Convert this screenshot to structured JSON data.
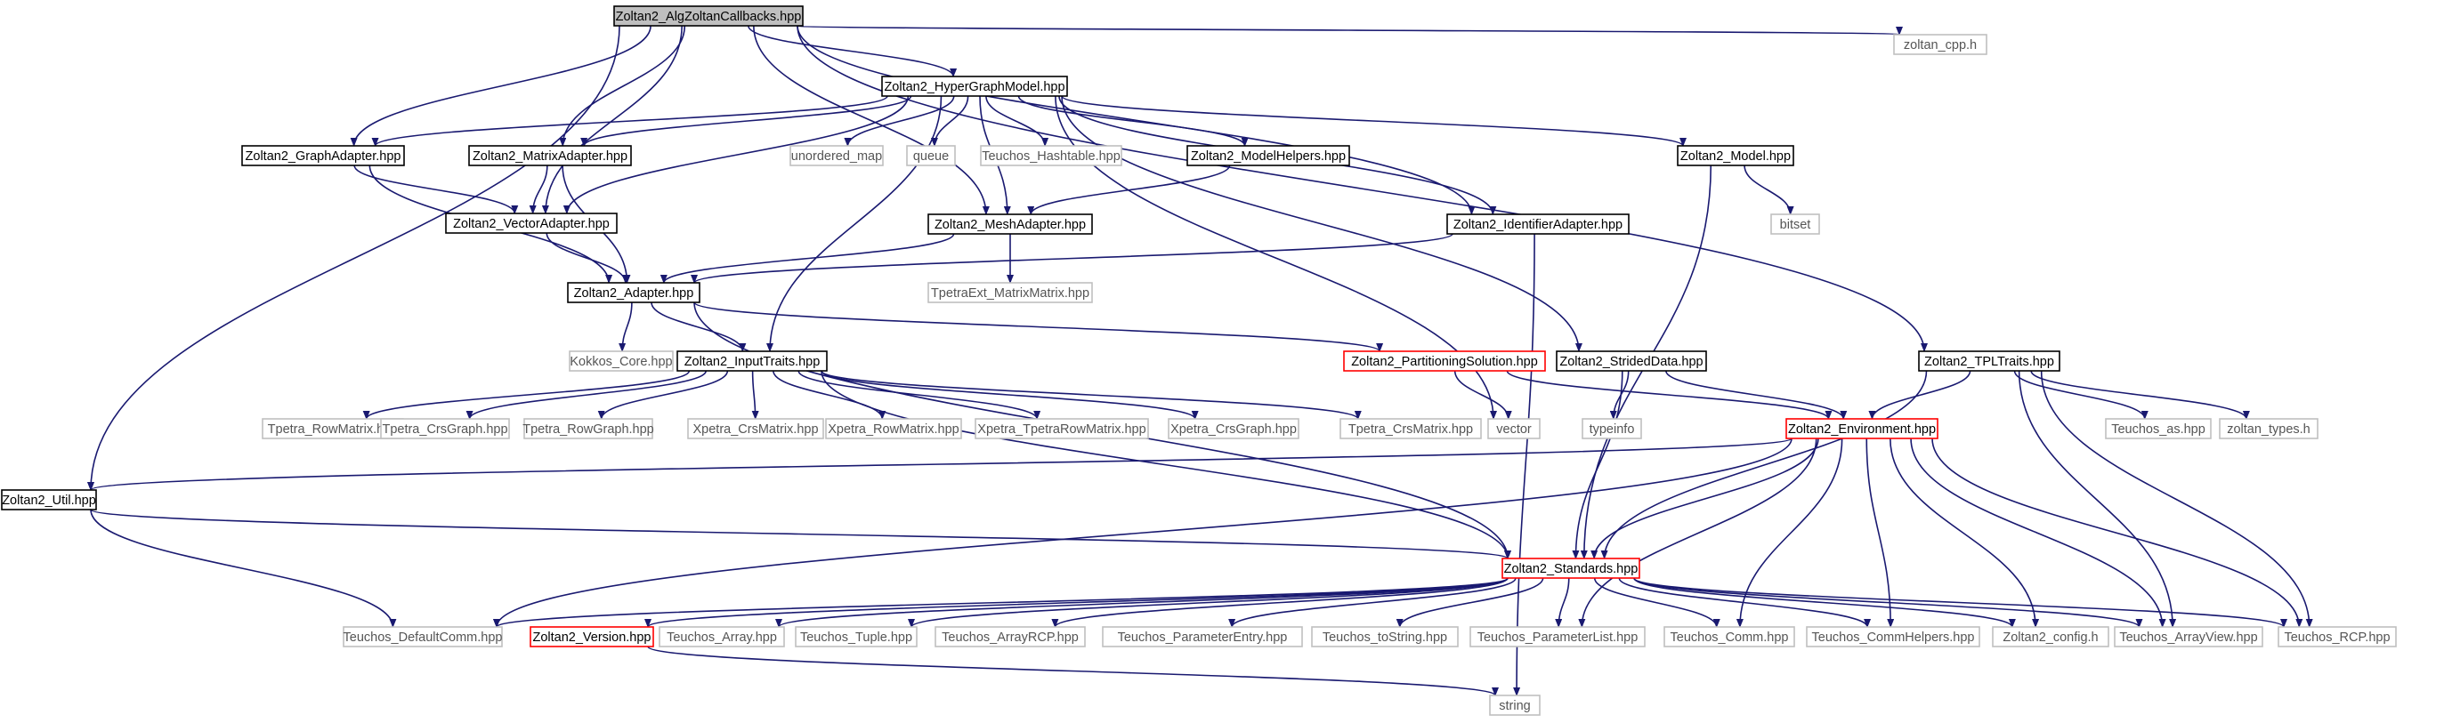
{
  "colors": {
    "edge": "#191970",
    "default_border": "#000000",
    "external_border": "#bfbfbf",
    "warning_border": "#ff0000",
    "root_fill": "#bfbfbf",
    "node_fill": "#ffffff",
    "text": "#000000",
    "external_text": "#555555"
  },
  "nodes": [
    {
      "id": "callbacks",
      "label": "Zoltan2_AlgZoltanCallbacks.hpp",
      "kind": "root"
    },
    {
      "id": "zoltan_cpp",
      "label": "zoltan_cpp.h",
      "kind": "external"
    },
    {
      "id": "hypergraph",
      "label": "Zoltan2_HyperGraphModel.hpp",
      "kind": "file"
    },
    {
      "id": "graphadapter",
      "label": "Zoltan2_GraphAdapter.hpp",
      "kind": "file"
    },
    {
      "id": "matrixadapter",
      "label": "Zoltan2_MatrixAdapter.hpp",
      "kind": "file"
    },
    {
      "id": "unordered_map",
      "label": "unordered_map",
      "kind": "external"
    },
    {
      "id": "queue",
      "label": "queue",
      "kind": "external"
    },
    {
      "id": "teuchos_hashtable",
      "label": "Teuchos_Hashtable.hpp",
      "kind": "external"
    },
    {
      "id": "modelhelpers",
      "label": "Zoltan2_ModelHelpers.hpp",
      "kind": "file"
    },
    {
      "id": "model",
      "label": "Zoltan2_Model.hpp",
      "kind": "file"
    },
    {
      "id": "bitset",
      "label": "bitset",
      "kind": "external"
    },
    {
      "id": "vectoradapter",
      "label": "Zoltan2_VectorAdapter.hpp",
      "kind": "file"
    },
    {
      "id": "meshadapter",
      "label": "Zoltan2_MeshAdapter.hpp",
      "kind": "file"
    },
    {
      "id": "identifieradapter",
      "label": "Zoltan2_IdentifierAdapter.hpp",
      "kind": "file"
    },
    {
      "id": "adapter",
      "label": "Zoltan2_Adapter.hpp",
      "kind": "file"
    },
    {
      "id": "tpetraext",
      "label": "TpetraExt_MatrixMatrix.hpp",
      "kind": "external"
    },
    {
      "id": "kokkos_core",
      "label": "Kokkos_Core.hpp",
      "kind": "external"
    },
    {
      "id": "inputtraits",
      "label": "Zoltan2_InputTraits.hpp",
      "kind": "file"
    },
    {
      "id": "partsolution",
      "label": "Zoltan2_PartitioningSolution.hpp",
      "kind": "warning"
    },
    {
      "id": "strideddata",
      "label": "Zoltan2_StridedData.hpp",
      "kind": "file"
    },
    {
      "id": "tpltraits",
      "label": "Zoltan2_TPLTraits.hpp",
      "kind": "file"
    },
    {
      "id": "tpetra_rowmatrix",
      "label": "Tpetra_RowMatrix.hpp",
      "kind": "external"
    },
    {
      "id": "tpetra_crsgraph",
      "label": "Tpetra_CrsGraph.hpp",
      "kind": "external"
    },
    {
      "id": "tpetra_rowgraph",
      "label": "Tpetra_RowGraph.hpp",
      "kind": "external"
    },
    {
      "id": "xpetra_crsmatrix",
      "label": "Xpetra_CrsMatrix.hpp",
      "kind": "external"
    },
    {
      "id": "xpetra_rowmatrix",
      "label": "Xpetra_RowMatrix.hpp",
      "kind": "external"
    },
    {
      "id": "xpetra_tpetrarowmatrix",
      "label": "Xpetra_TpetraRowMatrix.hpp",
      "kind": "external"
    },
    {
      "id": "xpetra_crsgraph",
      "label": "Xpetra_CrsGraph.hpp",
      "kind": "external"
    },
    {
      "id": "tpetra_crsmatrix",
      "label": "Tpetra_CrsMatrix.hpp",
      "kind": "external"
    },
    {
      "id": "vector",
      "label": "vector",
      "kind": "external"
    },
    {
      "id": "typeinfo",
      "label": "typeinfo",
      "kind": "external"
    },
    {
      "id": "environment",
      "label": "Zoltan2_Environment.hpp",
      "kind": "warning"
    },
    {
      "id": "teuchos_as",
      "label": "Teuchos_as.hpp",
      "kind": "external"
    },
    {
      "id": "zoltan_types",
      "label": "zoltan_types.h",
      "kind": "external"
    },
    {
      "id": "util",
      "label": "Zoltan2_Util.hpp",
      "kind": "file"
    },
    {
      "id": "standards",
      "label": "Zoltan2_Standards.hpp",
      "kind": "warning"
    },
    {
      "id": "teuchos_defaultcomm",
      "label": "Teuchos_DefaultComm.hpp",
      "kind": "external"
    },
    {
      "id": "version",
      "label": "Zoltan2_Version.hpp",
      "kind": "warning"
    },
    {
      "id": "teuchos_array",
      "label": "Teuchos_Array.hpp",
      "kind": "external"
    },
    {
      "id": "teuchos_tuple",
      "label": "Teuchos_Tuple.hpp",
      "kind": "external"
    },
    {
      "id": "teuchos_arrayrcp",
      "label": "Teuchos_ArrayRCP.hpp",
      "kind": "external"
    },
    {
      "id": "teuchos_parameterentry",
      "label": "Teuchos_ParameterEntry.hpp",
      "kind": "external"
    },
    {
      "id": "teuchos_tostring",
      "label": "Teuchos_toString.hpp",
      "kind": "external"
    },
    {
      "id": "teuchos_parameterlist",
      "label": "Teuchos_ParameterList.hpp",
      "kind": "external"
    },
    {
      "id": "teuchos_comm",
      "label": "Teuchos_Comm.hpp",
      "kind": "external"
    },
    {
      "id": "teuchos_commhelpers",
      "label": "Teuchos_CommHelpers.hpp",
      "kind": "external"
    },
    {
      "id": "zoltan2_config",
      "label": "Zoltan2_config.h",
      "kind": "external"
    },
    {
      "id": "teuchos_arrayview",
      "label": "Teuchos_ArrayView.hpp",
      "kind": "external"
    },
    {
      "id": "teuchos_rcp",
      "label": "Teuchos_RCP.hpp",
      "kind": "external"
    },
    {
      "id": "string",
      "label": "string",
      "kind": "external"
    }
  ],
  "edges": [
    [
      "callbacks",
      "zoltan_cpp"
    ],
    [
      "callbacks",
      "hypergraph"
    ],
    [
      "callbacks",
      "graphadapter"
    ],
    [
      "callbacks",
      "matrixadapter"
    ],
    [
      "callbacks",
      "vectoradapter"
    ],
    [
      "callbacks",
      "meshadapter"
    ],
    [
      "callbacks",
      "identifieradapter"
    ],
    [
      "callbacks",
      "tpltraits"
    ],
    [
      "callbacks",
      "util"
    ],
    [
      "hypergraph",
      "graphadapter"
    ],
    [
      "hypergraph",
      "matrixadapter"
    ],
    [
      "hypergraph",
      "unordered_map"
    ],
    [
      "hypergraph",
      "queue"
    ],
    [
      "hypergraph",
      "teuchos_hashtable"
    ],
    [
      "hypergraph",
      "modelhelpers"
    ],
    [
      "hypergraph",
      "model"
    ],
    [
      "hypergraph",
      "vectoradapter"
    ],
    [
      "hypergraph",
      "meshadapter"
    ],
    [
      "hypergraph",
      "identifieradapter"
    ],
    [
      "hypergraph",
      "inputtraits"
    ],
    [
      "hypergraph",
      "strideddata"
    ],
    [
      "hypergraph",
      "vector"
    ],
    [
      "graphadapter",
      "vectoradapter"
    ],
    [
      "graphadapter",
      "adapter"
    ],
    [
      "matrixadapter",
      "vectoradapter"
    ],
    [
      "matrixadapter",
      "adapter"
    ],
    [
      "modelhelpers",
      "meshadapter"
    ],
    [
      "model",
      "bitset"
    ],
    [
      "model",
      "standards"
    ],
    [
      "vectoradapter",
      "adapter"
    ],
    [
      "meshadapter",
      "adapter"
    ],
    [
      "meshadapter",
      "tpetraext"
    ],
    [
      "identifieradapter",
      "adapter"
    ],
    [
      "identifieradapter",
      "string"
    ],
    [
      "adapter",
      "kokkos_core"
    ],
    [
      "adapter",
      "inputtraits"
    ],
    [
      "adapter",
      "partsolution"
    ],
    [
      "adapter",
      "standards"
    ],
    [
      "inputtraits",
      "tpetra_rowmatrix"
    ],
    [
      "inputtraits",
      "tpetra_crsgraph"
    ],
    [
      "inputtraits",
      "tpetra_rowgraph"
    ],
    [
      "inputtraits",
      "xpetra_crsmatrix"
    ],
    [
      "inputtraits",
      "xpetra_rowmatrix"
    ],
    [
      "inputtraits",
      "xpetra_tpetrarowmatrix"
    ],
    [
      "inputtraits",
      "xpetra_crsgraph"
    ],
    [
      "inputtraits",
      "tpetra_crsmatrix"
    ],
    [
      "inputtraits",
      "standards"
    ],
    [
      "partsolution",
      "vector"
    ],
    [
      "partsolution",
      "environment"
    ],
    [
      "strideddata",
      "typeinfo"
    ],
    [
      "strideddata",
      "environment"
    ],
    [
      "strideddata",
      "standards"
    ],
    [
      "tpltraits",
      "environment"
    ],
    [
      "tpltraits",
      "teuchos_as"
    ],
    [
      "tpltraits",
      "zoltan_types"
    ],
    [
      "tpltraits",
      "standards"
    ],
    [
      "tpltraits",
      "teuchos_rcp"
    ],
    [
      "tpltraits",
      "teuchos_arrayview"
    ],
    [
      "environment",
      "util"
    ],
    [
      "environment",
      "standards"
    ],
    [
      "environment",
      "teuchos_defaultcomm"
    ],
    [
      "environment",
      "teuchos_parameterlist"
    ],
    [
      "environment",
      "teuchos_comm"
    ],
    [
      "environment",
      "teuchos_commhelpers"
    ],
    [
      "environment",
      "zoltan2_config"
    ],
    [
      "environment",
      "teuchos_arrayview"
    ],
    [
      "environment",
      "teuchos_rcp"
    ],
    [
      "util",
      "standards"
    ],
    [
      "util",
      "teuchos_defaultcomm"
    ],
    [
      "standards",
      "teuchos_defaultcomm"
    ],
    [
      "standards",
      "version"
    ],
    [
      "standards",
      "teuchos_array"
    ],
    [
      "standards",
      "teuchos_tuple"
    ],
    [
      "standards",
      "teuchos_arrayrcp"
    ],
    [
      "standards",
      "teuchos_parameterentry"
    ],
    [
      "standards",
      "teuchos_tostring"
    ],
    [
      "standards",
      "teuchos_parameterlist"
    ],
    [
      "standards",
      "teuchos_comm"
    ],
    [
      "standards",
      "teuchos_commhelpers"
    ],
    [
      "standards",
      "zoltan2_config"
    ],
    [
      "standards",
      "teuchos_arrayview"
    ],
    [
      "standards",
      "teuchos_rcp"
    ],
    [
      "version",
      "string"
    ]
  ]
}
